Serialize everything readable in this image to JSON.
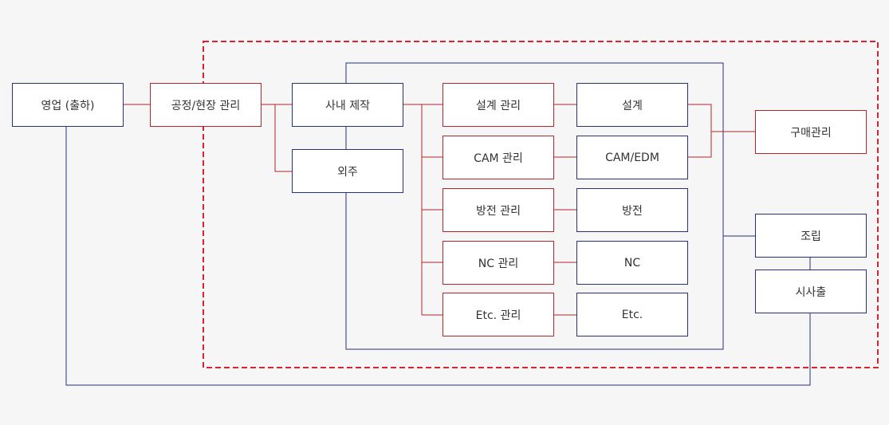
{
  "colors": {
    "navy": "#2a2f7a",
    "red": "#b3262e",
    "dashed": "#d9232e",
    "background": "#f6f6f6"
  },
  "nodes": {
    "sales": "영업 (출하)",
    "process_mgmt": "공정/현장 관리",
    "inhouse": "사내 제작",
    "outsourcing": "외주",
    "design_mgmt": "설계 관리",
    "design": "설계",
    "cam_mgmt": "CAM 관리",
    "cam_edm": "CAM/EDM",
    "edm_mgmt": "방전 관리",
    "edm": "방전",
    "nc_mgmt": "NC 관리",
    "nc": "NC",
    "etc_mgmt": "Etc. 관리",
    "etc": "Etc.",
    "purchasing": "구매관리",
    "assembly": "조립",
    "trial": "시사출"
  }
}
